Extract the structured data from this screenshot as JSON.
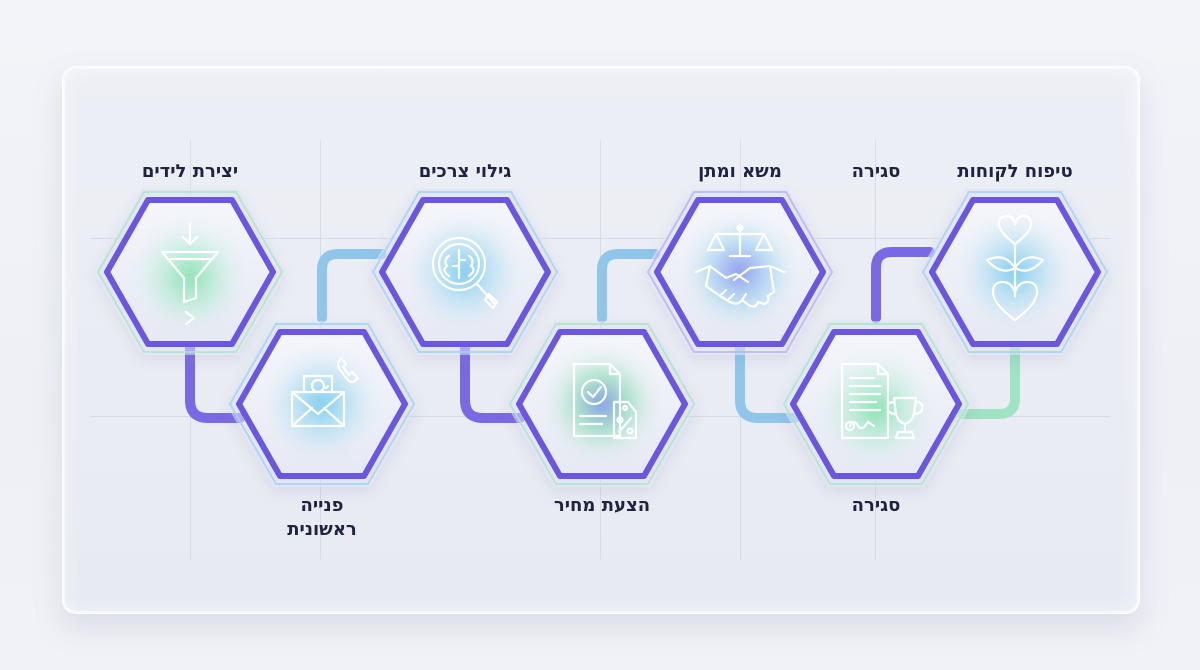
{
  "stages": [
    {
      "id": "lead-generation",
      "label": "יצירת לידים",
      "icon": "funnel-icon"
    },
    {
      "id": "first-contact",
      "label": "פנייה\nראשונית",
      "icon": "email-phone-icon"
    },
    {
      "id": "needs-discovery",
      "label": "גילוי צרכים",
      "icon": "brain-magnifier-icon"
    },
    {
      "id": "price-quote",
      "label": "הצעת מחיר",
      "icon": "document-discount-icon"
    },
    {
      "id": "negotiation",
      "label": "משא ומתן",
      "icon": "handshake-scales-icon"
    },
    {
      "id": "closing-top",
      "label": "סגירה",
      "icon": ""
    },
    {
      "id": "closing",
      "label": "סגירה",
      "icon": "contract-trophy-icon"
    },
    {
      "id": "customer-nurturing",
      "label": "טיפוח לקוחות",
      "icon": "heart-plant-icon"
    }
  ],
  "colors": {
    "hex_stroke": "#6a56e0",
    "connector_purple": "#7a68e4",
    "connector_blue": "#8fc6ea",
    "connector_green": "#9fe3c2",
    "icon_stroke": "#ffffff",
    "label_text": "#1f2340"
  }
}
